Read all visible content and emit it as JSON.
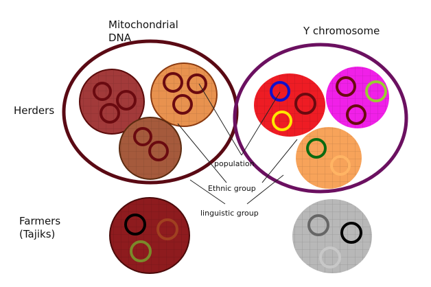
{
  "headings": {
    "mitochondrial": "Mitochondrial\nDNA",
    "y_chromosome": "Y chromosome"
  },
  "groups": {
    "herders": "Herders",
    "farmers": "Farmers\n(Tajiks)"
  },
  "legend": {
    "population": "population",
    "ethnic_group": "Ethnic group",
    "linguistic_group": "linguistic group"
  },
  "colors": {
    "dark_red": "#8b1a1a",
    "mt_big_outline": "#5a0a14",
    "y_big_outline": "#6b1060",
    "herder_blob_1": "#a23a3a",
    "herder_blob_2": "#e8924f",
    "herder_blob_3": "#a55a3c",
    "y_red": "#ee1c24",
    "y_magenta": "#f020e8",
    "y_orange": "#f7a35a",
    "farmers_mt": "#8e1b1e",
    "farmers_y": "#b8b8b8",
    "ring_dark": "#6a0a10",
    "ring_blue": "#1010cc",
    "ring_yellow": "#ffe800",
    "ring_green_light": "#99cc33",
    "ring_green": "#0a6a10",
    "ring_black": "#000000",
    "ring_olive": "#7a8a2a",
    "ring_brown": "#a04020",
    "ring_gray": "#666666"
  }
}
